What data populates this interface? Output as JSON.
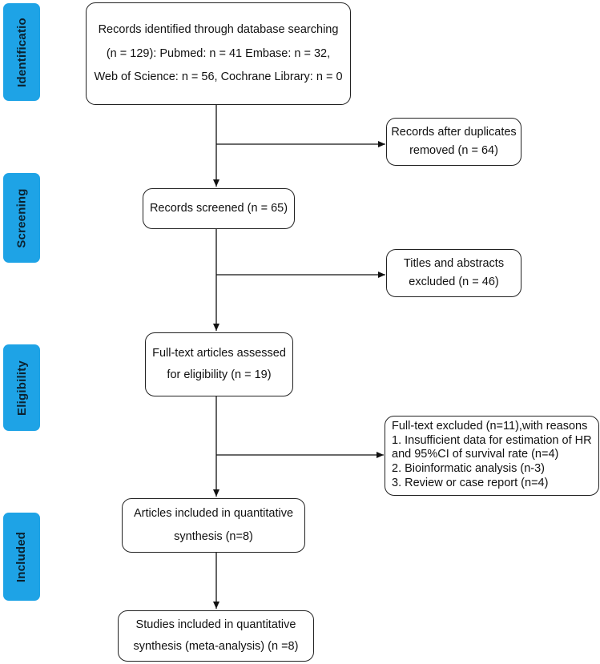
{
  "stages": {
    "identification": "Identificatio",
    "screening": "Screening",
    "eligibility": "Eligibility",
    "included": "Included"
  },
  "boxes": {
    "identified": {
      "line1": "Records identified through database searching",
      "line2": "(n = 129):   Pubmed: n = 41 Embase: n = 32,",
      "line3": "Web of Science: n = 56, Cochrane Library: n = 0"
    },
    "duplicates": {
      "line1": "Records after duplicates",
      "line2": "removed (n = 64)"
    },
    "screened": {
      "line1": "Records screened (n = 65)"
    },
    "titles_excluded": {
      "line1": "Titles and abstracts",
      "line2": "excluded (n = 46)"
    },
    "fulltext_assessed": {
      "line1": "Full-text articles assessed",
      "line2": "for eligibility (n = 19)"
    },
    "fulltext_excluded": {
      "line1": "Full-text excluded (n=11),with reasons",
      "line2": "1. Insufficient data for estimation of HR",
      "line3": "and 95%CI of survival rate (n=4)",
      "line4": "2. Bioinformatic analysis (n-3)",
      "line5": "3. Review or case report (n=4)"
    },
    "quantitative": {
      "line1": "Articles included in quantitative",
      "line2": "synthesis (n=8)"
    },
    "meta": {
      "line1": "Studies included in quantitative",
      "line2": "synthesis (meta-analysis) (n =8)"
    }
  },
  "colors": {
    "stage_tab": "#1ea3e6",
    "stage_text": "#0b2230",
    "border": "#222222"
  }
}
